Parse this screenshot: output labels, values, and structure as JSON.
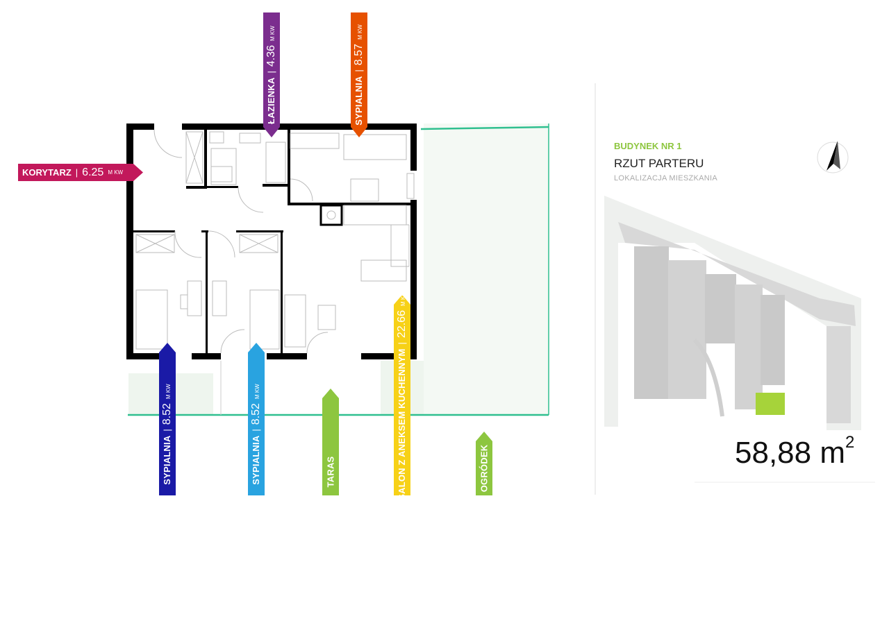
{
  "colors": {
    "korytarz": "#c2185b",
    "lazienka": "#7b2d8e",
    "sypialnia_top": "#e65100",
    "sypialnia_left": "#1a1aa6",
    "sypialnia_mid": "#29a3e0",
    "taras": "#8dc63f",
    "salon": "#f7d117",
    "ogrodek": "#8dc63f",
    "wall": "#000000",
    "garden_line": "#2fbf8f",
    "highlight": "#a6d33a"
  },
  "unit": "M KW",
  "rooms": {
    "korytarz": {
      "name": "KORYTARZ",
      "area": "6.25"
    },
    "lazienka": {
      "name": "ŁAZIENKA",
      "area": "4.36"
    },
    "sypialnia_top": {
      "name": "SYPIALNIA",
      "area": "8.57"
    },
    "sypialnia_left": {
      "name": "SYPIALNIA",
      "area": "8.52"
    },
    "sypialnia_mid": {
      "name": "SYPIALNIA",
      "area": "8.52"
    },
    "salon": {
      "name": "SALON Z ANEKSEM KUCHENNYM",
      "area": "22.66"
    },
    "taras": {
      "name": "TARAS"
    },
    "ogrodek": {
      "name": "OGRÓDEK"
    }
  },
  "info": {
    "building": "BUDYNEK NR 1",
    "floor": "RZUT PARTERU",
    "location": "LOKALIZACJA MIESZKANIA",
    "total_area": "58,88",
    "total_unit": "m",
    "total_sup": "2"
  },
  "icons": {
    "compass": "north-arrow-icon"
  }
}
